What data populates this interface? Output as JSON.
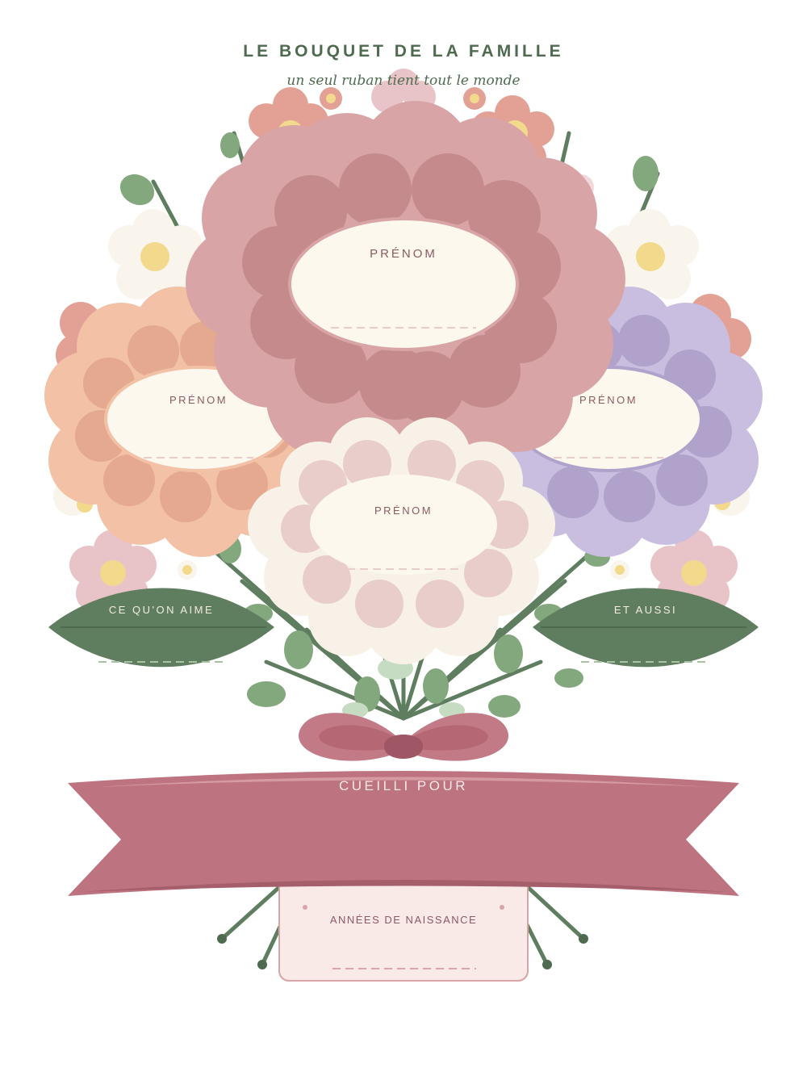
{
  "header": {
    "title": "LE BOUQUET DE LA FAMILLE",
    "subtitle": "un seul ruban tient tout le monde"
  },
  "flowers": {
    "main": {
      "label": "PRÉNOM",
      "color": "#d8a4a6",
      "petal_color": "#c48a8c"
    },
    "left": {
      "label": "PRÉNOM",
      "color": "#f2c1a6",
      "petal_color": "#e4a98e"
    },
    "right": {
      "label": "PRÉNOM",
      "color": "#c9bedf",
      "petal_color": "#b1a2cc"
    },
    "center": {
      "label": "PRÉNOM",
      "color": "#f8f1e7",
      "petal_color": "#e8cdcb"
    }
  },
  "leaves": {
    "left_label": "CE QU'ON AIME",
    "right_label": "ET AUSSI",
    "color": "#5f7d5f"
  },
  "ribbon": {
    "label": "CUEILLI POUR",
    "color": "#bd7480"
  },
  "tag": {
    "label": "ANNÉES DE NAISSANCE"
  }
}
